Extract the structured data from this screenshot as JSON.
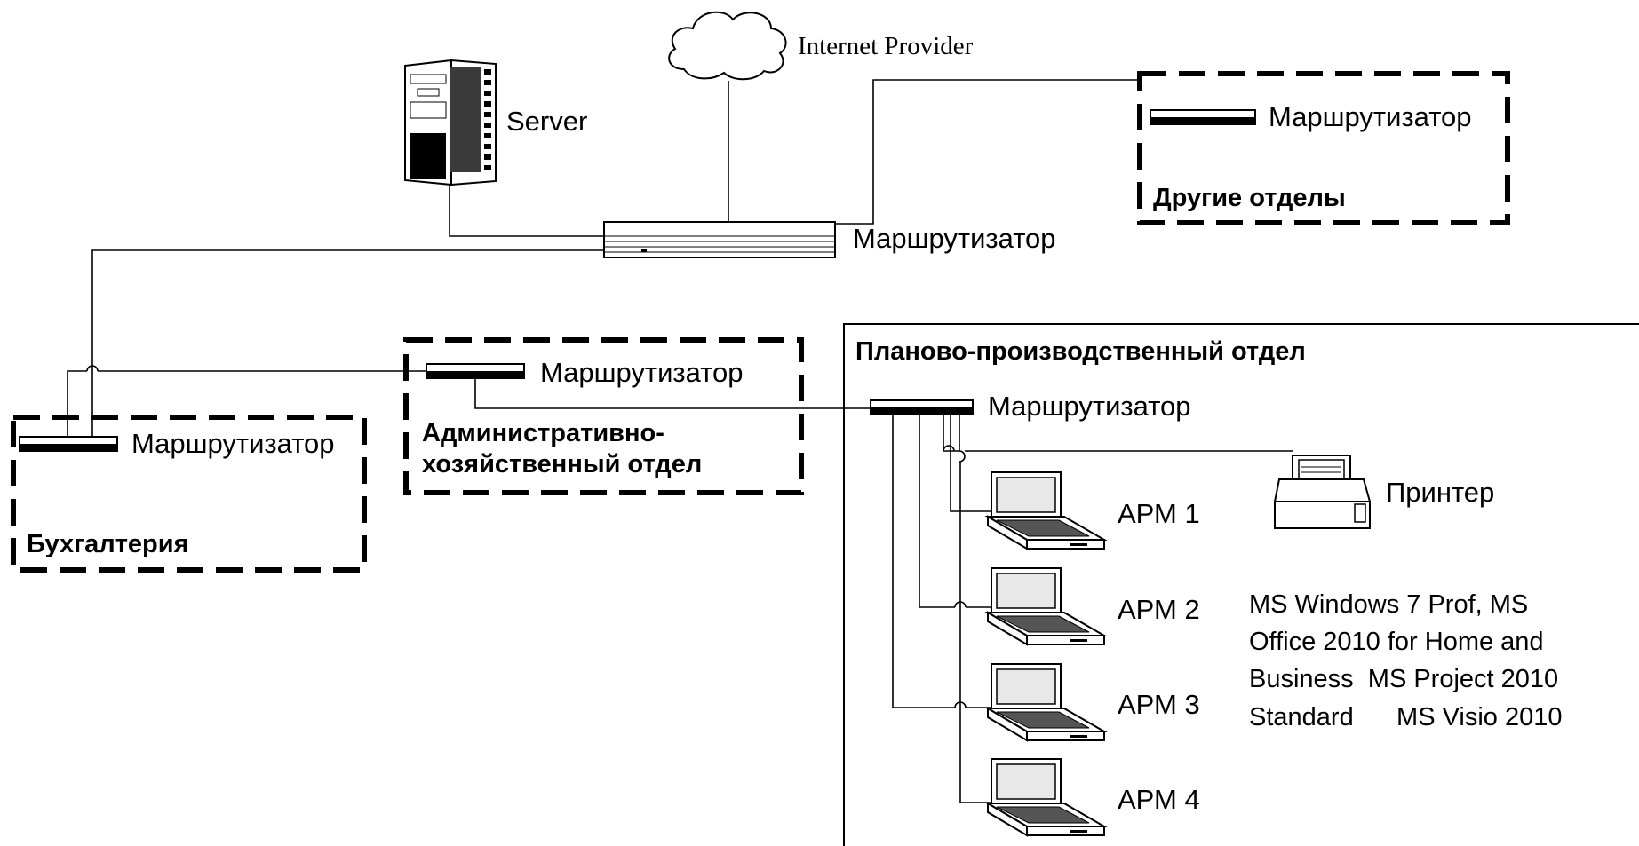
{
  "internet": {
    "label": "Internet Provider"
  },
  "server": {
    "label": "Server"
  },
  "core_router": {
    "label": "Маршрутизатор"
  },
  "other_departments": {
    "title": "Другие отделы",
    "router_label": "Маршрутизатор"
  },
  "accounting": {
    "title": "Бухгалтерия",
    "router_label": "Маршрутизатор"
  },
  "admin_department": {
    "title_line1": "Административно-",
    "title_line2": "хозяйственный  отдел",
    "router_label": "Маршрутизатор"
  },
  "planning_department": {
    "title": "Планово-производственный отдел",
    "router_label": "Маршрутизатор",
    "printer_label": "Принтер",
    "workstations": [
      "АРМ 1",
      "АРМ 2",
      "АРМ 3",
      "АРМ 4"
    ],
    "software_lines": [
      "MS Windows 7 Prof, MS",
      "Office 2010 for Home and",
      "Business  MS Project 2010",
      "Standard      MS Visio 2010"
    ]
  }
}
